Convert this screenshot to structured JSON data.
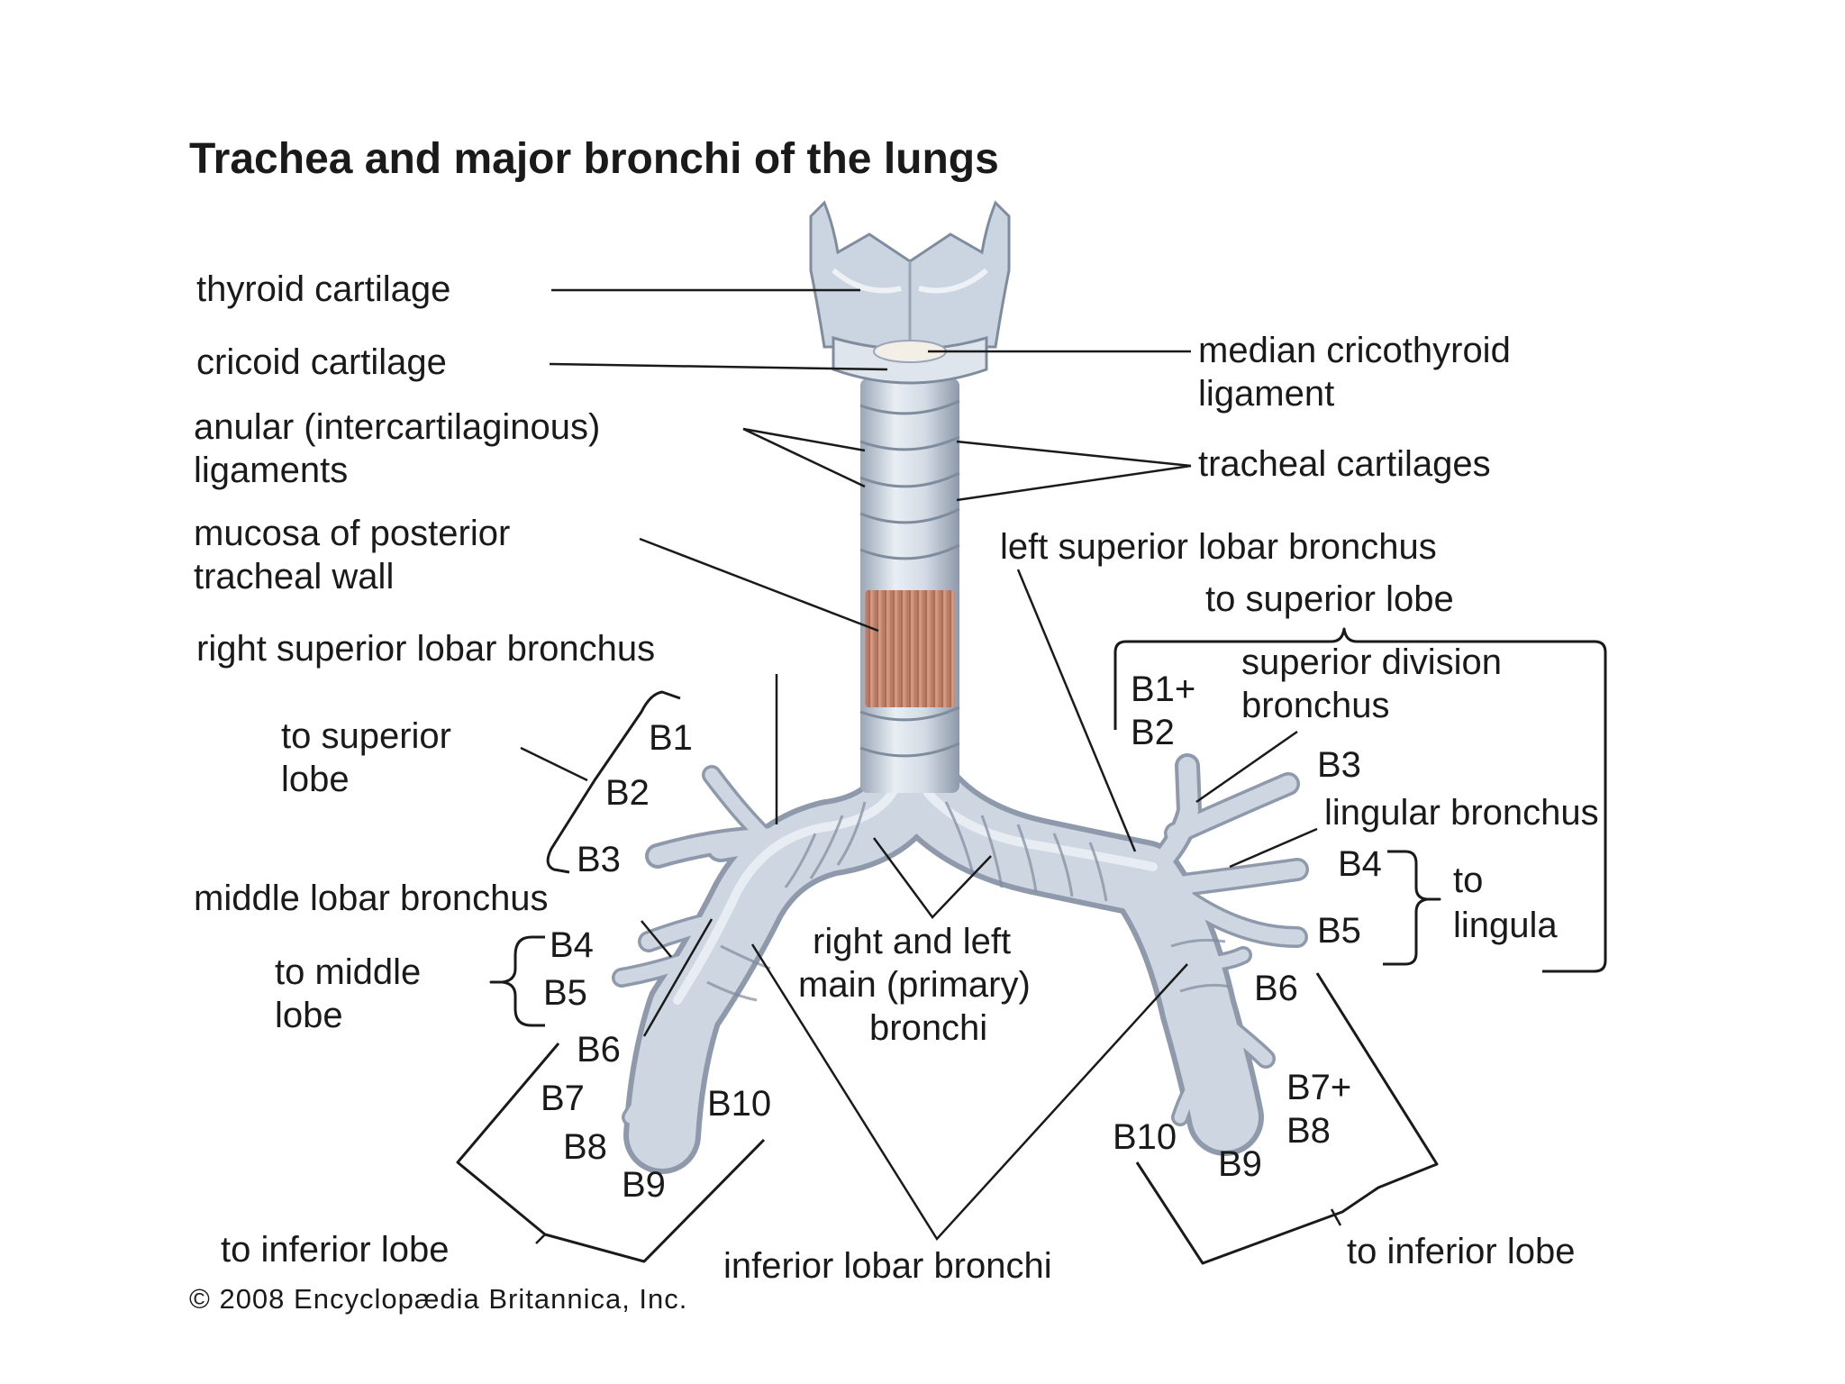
{
  "title": "Trachea and major bronchi of the lungs",
  "copyright": "© 2008 Encyclopædia Britannica, Inc.",
  "labels": {
    "thyroid_cartilage": "thyroid cartilage",
    "cricoid_cartilage": "cricoid cartilage",
    "anular_ligaments_line1": "anular (intercartilaginous)",
    "anular_ligaments_line2": "ligaments",
    "mucosa_line1": "mucosa of posterior",
    "mucosa_line2": "tracheal wall",
    "right_superior_lobar_bronchus": "right superior lobar bronchus",
    "to_superior_lobe_right_line1": "to superior",
    "to_superior_lobe_right_line2": "lobe",
    "middle_lobar_bronchus": "middle lobar bronchus",
    "to_middle_lobe_line1": "to middle",
    "to_middle_lobe_line2": "lobe",
    "to_inferior_lobe_right": "to inferior lobe",
    "median_cricothyroid_line1": "median cricothyroid",
    "median_cricothyroid_line2": "ligament",
    "tracheal_cartilages": "tracheal cartilages",
    "left_superior_lobar_bronchus": "left superior lobar bronchus",
    "to_superior_lobe_left": "to superior lobe",
    "superior_division_line1": "superior division",
    "superior_division_line2": "bronchus",
    "lingular_bronchus": "lingular bronchus",
    "to_lingula_line1": "to",
    "to_lingula_line2": "lingula",
    "main_bronchi_line1": "right and left",
    "main_bronchi_line2": "main (primary)",
    "main_bronchi_line3": "bronchi",
    "inferior_lobar_bronchi": "inferior lobar bronchi",
    "to_inferior_lobe_left": "to inferior lobe"
  },
  "segments": {
    "right": {
      "b1": "B1",
      "b2": "B2",
      "b3": "B3",
      "b4": "B4",
      "b5": "B5",
      "b6": "B6",
      "b7": "B7",
      "b8": "B8",
      "b9": "B9",
      "b10": "B10"
    },
    "left": {
      "b1_2_line1": "B1+",
      "b1_2_line2": "B2",
      "b3": "B3",
      "b4": "B4",
      "b5": "B5",
      "b6": "B6",
      "b7_8_line1": "B7+",
      "b7_8_line2": "B8",
      "b9": "B9",
      "b10": "B10"
    }
  },
  "colors": {
    "airway_fill": "#c9d3df",
    "airway_shadow": "#8e9aab",
    "airway_highlight": "#eef2f7",
    "mucosa": "#c98d74",
    "text": "#1a1a1a"
  }
}
